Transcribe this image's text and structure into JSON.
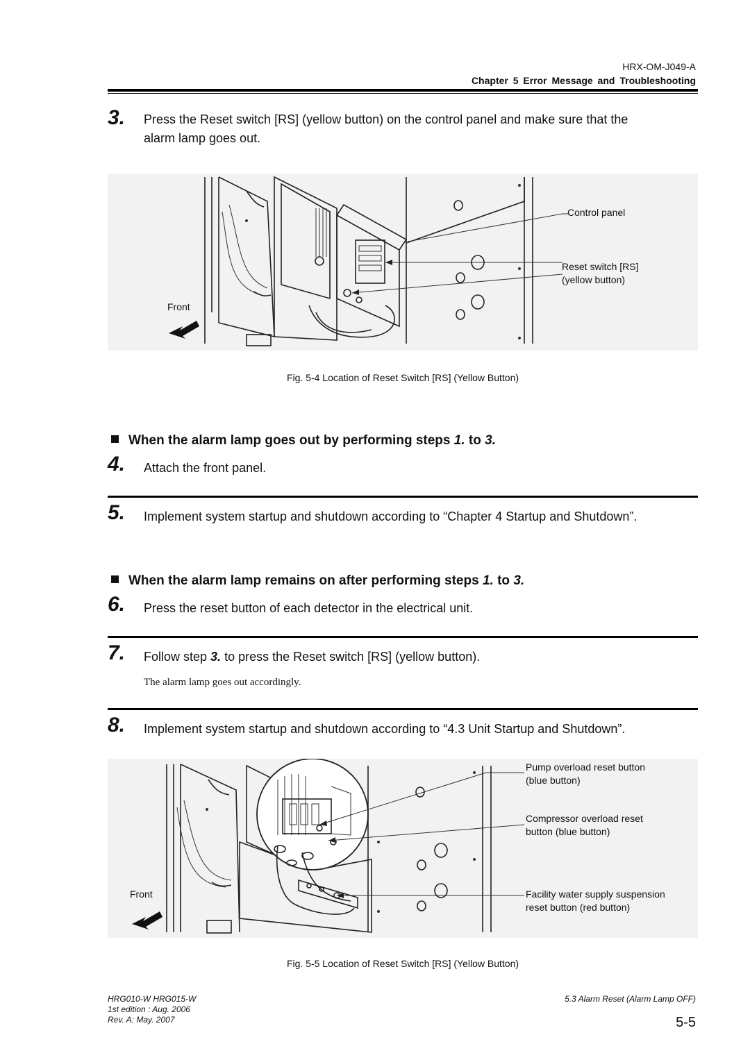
{
  "header": {
    "doc_id": "HRX-OM-J049-A",
    "chapter": "Chapter 5  Error Message and Troubleshooting"
  },
  "step3": {
    "number": "3.",
    "text_line1": "Press the Reset switch [RS] (yellow button) on the control panel and make sure that the",
    "text_line2": "alarm lamp goes out."
  },
  "fig4": {
    "label_control_panel": "Control panel",
    "label_reset_line1": "Reset switch [RS]",
    "label_reset_line2": "(yellow button)",
    "label_front": "Front",
    "caption": "Fig. 5-4    Location of Reset Switch [RS] (Yellow Button)"
  },
  "section_a": {
    "heading_pre": "When the alarm lamp goes out by performing steps ",
    "heading_step1": "1.",
    "heading_mid": " to ",
    "heading_step3": "3."
  },
  "step4": {
    "number": "4.",
    "text": "Attach the front panel."
  },
  "step5": {
    "number": "5.",
    "text": "Implement system startup and shutdown according to “Chapter 4 Startup and Shutdown”."
  },
  "section_b": {
    "heading_pre": "When the alarm lamp remains on after performing steps ",
    "heading_step1": "1.",
    "heading_mid": " to ",
    "heading_step3": "3."
  },
  "step6": {
    "number": "6.",
    "text": "Press the reset button of each detector in the electrical unit."
  },
  "step7": {
    "number": "7.",
    "text_pre": "Follow step ",
    "text_ref": "3.",
    "text_post": " to press the Reset switch [RS] (yellow button).",
    "note": "The alarm lamp goes out accordingly."
  },
  "step8": {
    "number": "8.",
    "text": "Implement system startup and shutdown according to “4.3 Unit Startup and Shutdown”."
  },
  "fig5": {
    "label_pump_line1": "Pump overload reset button",
    "label_pump_line2": "(blue button)",
    "label_comp_line1": "Compressor overload reset",
    "label_comp_line2": "button (blue button)",
    "label_front": "Front",
    "label_water_line1": "Facility water supply suspension",
    "label_water_line2": "reset button (red button)",
    "caption": "Fig. 5-5    Location of Reset Switch [RS] (Yellow Button)"
  },
  "footer": {
    "models": "HRG010-W HRG015-W",
    "edition": "1st edition : Aug. 2006",
    "revision": "Rev. A: May. 2007",
    "section": "5.3 Alarm Reset (Alarm Lamp OFF)",
    "page": "5-5"
  }
}
